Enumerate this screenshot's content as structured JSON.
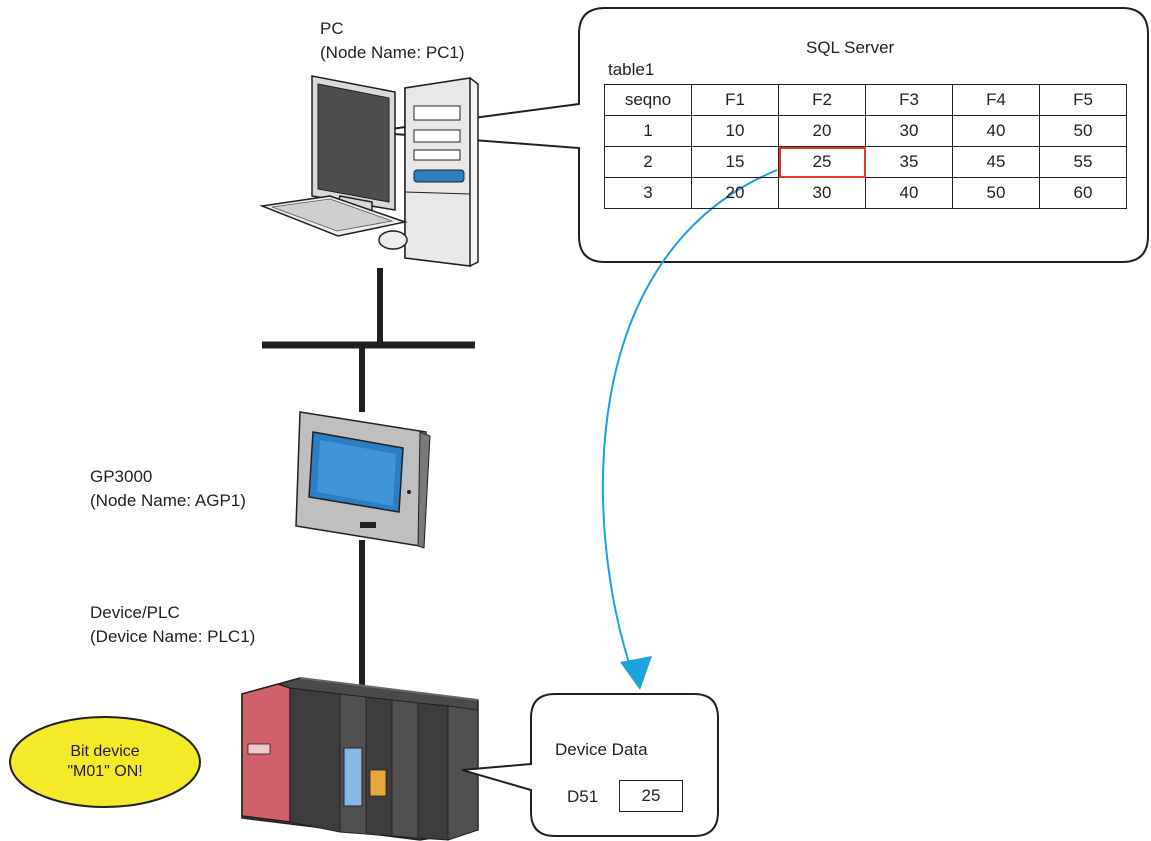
{
  "pc": {
    "label": "PC",
    "node": "(Node Name: PC1)"
  },
  "gp": {
    "label": "GP3000",
    "node": "(Node Name: AGP1)"
  },
  "plc": {
    "label": "Device/PLC",
    "device": "(Device Name: PLC1)"
  },
  "sql": {
    "title": "SQL Server",
    "table_name": "table1",
    "headers": [
      "seqno",
      "F1",
      "F2",
      "F3",
      "F4",
      "F5"
    ],
    "rows": [
      [
        "1",
        "10",
        "20",
        "30",
        "40",
        "50"
      ],
      [
        "2",
        "15",
        "25",
        "35",
        "45",
        "55"
      ],
      [
        "3",
        "20",
        "30",
        "40",
        "50",
        "60"
      ]
    ],
    "highlight": {
      "row": 1,
      "col": 2
    }
  },
  "device_data": {
    "title": "Device Data",
    "register": "D51",
    "value": "25"
  },
  "bubble": {
    "line1": "Bit device",
    "line2": "\"M01\" ON!"
  },
  "colors": {
    "arrow": "#1aa3dc",
    "highlight": "#e03a2e",
    "bubble_fill": "#f4ea2a",
    "plc_red": "#d0606a"
  }
}
